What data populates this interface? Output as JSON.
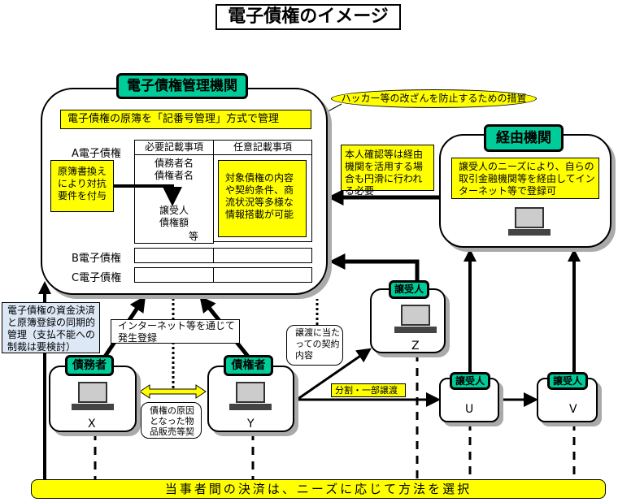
{
  "title": "電子債権のイメージ",
  "registry": {
    "header": "電子債権管理機関",
    "method": "電子債権の原簿を「記番号管理」方式で管理",
    "callout": "ハッカー等の改ざんを防止するための措置",
    "rows": [
      "A電子債権",
      "B電子債権",
      "C電子債権"
    ],
    "columns": [
      "必要記載事項",
      "任意記載事項"
    ],
    "required_items": [
      "債務者名",
      "債権者名",
      "譲受人",
      "債権額",
      "等"
    ],
    "optional_note": "対象債権の内容や契約条件、商流状況等多様な情報搭載が可能",
    "perfection_note": "原簿書換えにより対抗要件を付与"
  },
  "intermediary": {
    "header": "経由機関",
    "note": "譲受人のニーズにより、自らの取引金融機関等を経由してインターネット等で登録可",
    "side_note": "本人確認等は経由機関を活用する場合も円滑に行われる必要"
  },
  "settlement_note": "電子債権の資金決済と原簿登録の同期的管理（支払不能への制裁は要検討）",
  "internet_note": "インターネット等を通じて発生登録",
  "parties": {
    "debtor": {
      "header": "債務者",
      "label": "X"
    },
    "creditor": {
      "header": "債権者",
      "label": "Y"
    },
    "transferee_z": {
      "header": "譲受人",
      "label": "Z"
    },
    "transferee_u": {
      "header": "譲受人",
      "label": "U"
    },
    "transferee_v": {
      "header": "譲受人",
      "label": "V"
    }
  },
  "contract_note": "債権の原因となった物品販売等契約内容",
  "transfer_note": "譲渡に当たっての契約内容",
  "partial_transfer": "分割・一部譲渡",
  "bottom_bar": "当事者間の決済は、ニーズに応じて方法を選択",
  "colors": {
    "accent_green": "#00cc99",
    "highlight_yellow": "#ffff00",
    "note_blue": "#dde8f6"
  }
}
